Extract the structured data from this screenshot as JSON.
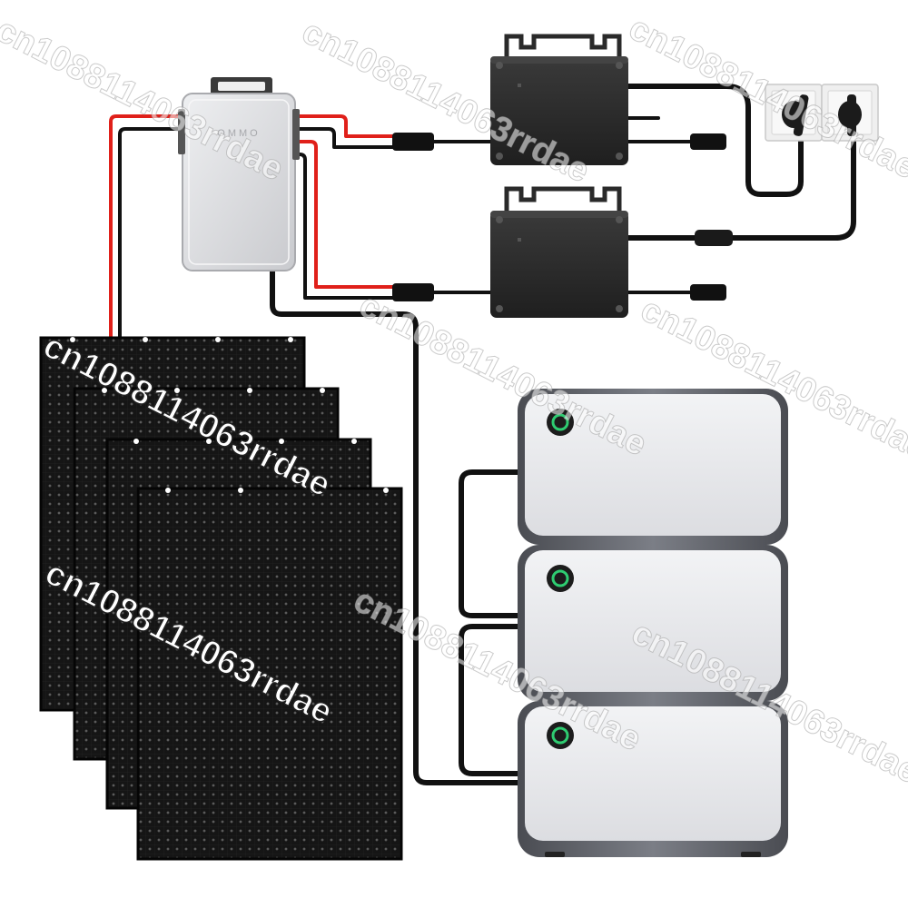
{
  "product": {
    "hub_brand": "OMMO",
    "watermark": "cn1088114063rrdae"
  },
  "counts": {
    "solar_panels": 4,
    "microinverters": 2,
    "battery_modules": 3,
    "wall_outlets": 2
  },
  "colors": {
    "panel": "#141414",
    "hub": "#d9dadc",
    "inverter": "#2e2e2e",
    "battery_body": "#e6e7ea",
    "battery_frame": "#5f6168",
    "battery_led": "#2ecc71",
    "cable_red": "#e0201a",
    "cable_black": "#111111"
  },
  "icons": {
    "battery_button": "power-ring-icon",
    "outlet": "schuko-socket-icon"
  }
}
